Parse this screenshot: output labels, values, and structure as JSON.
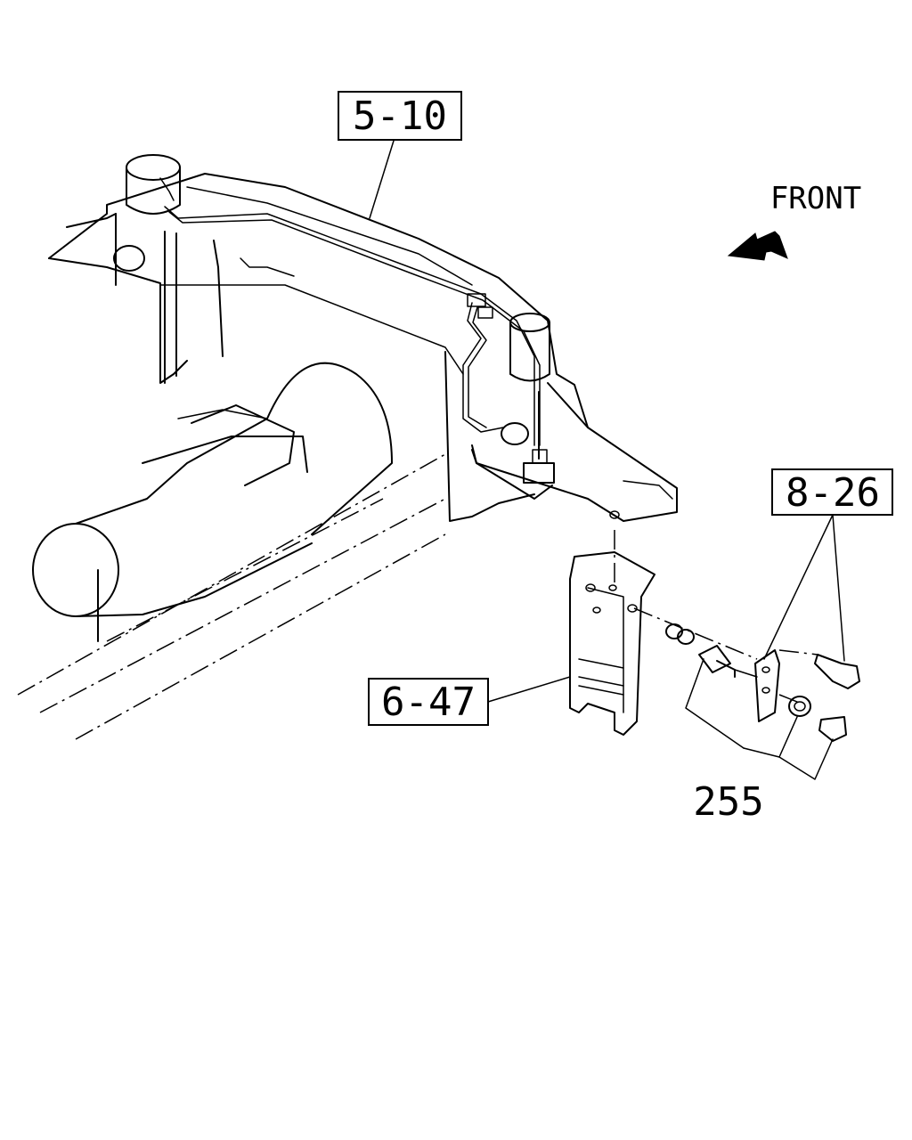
{
  "labels": {
    "ref_5_10": "5-10",
    "ref_8_26": "8-26",
    "ref_6_47": "6-47",
    "part_255": "255",
    "front": "FRONT"
  },
  "icons": {
    "direction": "front-arrow-icon"
  },
  "colors": {
    "line": "#000000",
    "background": "#ffffff"
  }
}
